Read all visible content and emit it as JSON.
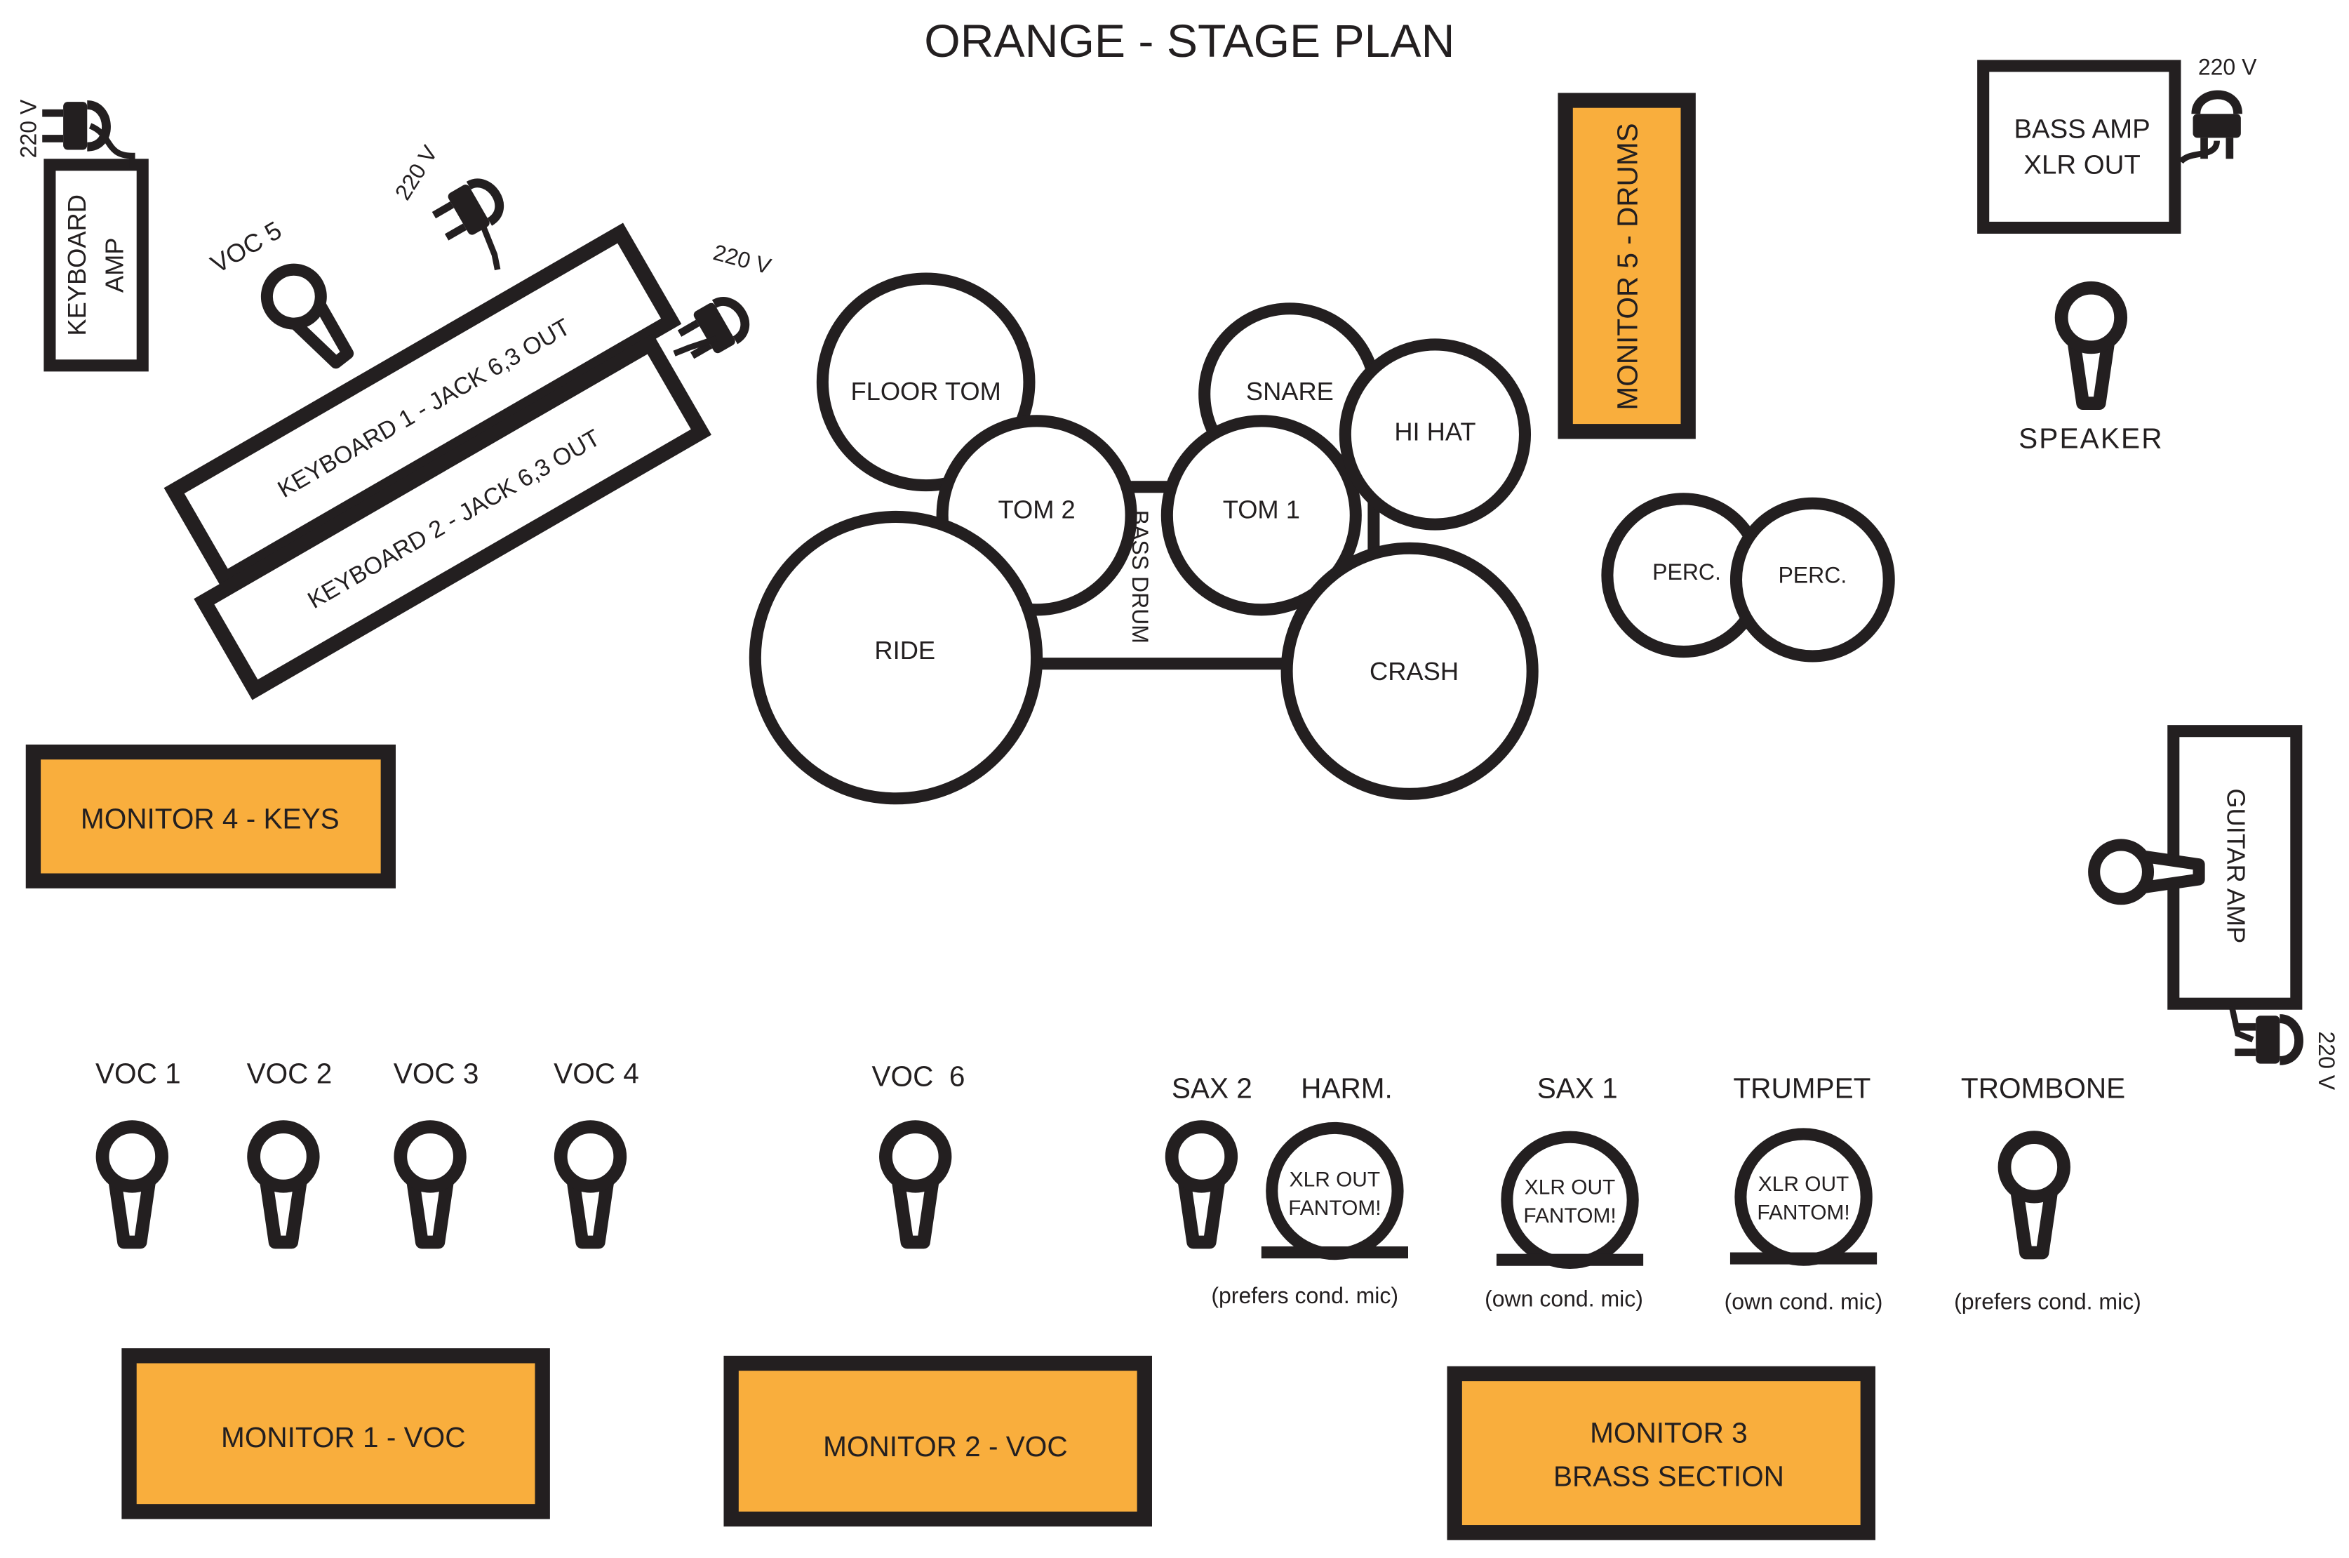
{
  "title": "ORANGE - STAGE PLAN",
  "colors": {
    "monitor_fill": "#f9ae3d",
    "ink": "#231f20",
    "background": "#ffffff"
  },
  "power": {
    "voltage": "220 V"
  },
  "keyboard_amp": {
    "line1": "KEYBOARD",
    "line2": "AMP"
  },
  "keyboard1": {
    "label": "KEYBOARD 1 - JACK 6,3 OUT"
  },
  "keyboard2": {
    "label": "KEYBOARD 2 - JACK 6,3 OUT"
  },
  "voc5": {
    "label": "VOC 5"
  },
  "drums": {
    "floor_tom": "FLOOR TOM",
    "tom2": "TOM 2",
    "tom1": "TOM 1",
    "snare": "SNARE",
    "hihat": "HI HAT",
    "ride": "RIDE",
    "crash": "CRASH",
    "bass_drum": "BASS DRUM"
  },
  "percussion": {
    "perc1": "PERC.",
    "perc2": "PERC."
  },
  "bass_amp": {
    "line1": "BASS AMP",
    "line2": "XLR OUT"
  },
  "speaker": {
    "label": "SPEAKER"
  },
  "guitar_amp": {
    "label": "GUITAR AMP"
  },
  "monitors": {
    "m1": "MONITOR 1 - VOC",
    "m2": "MONITOR 2 - VOC",
    "m3_line1": "MONITOR 3",
    "m3_line2": "BRASS SECTION",
    "m4": "MONITOR 4 - KEYS",
    "m5": "MONITOR 5 - DRUMS"
  },
  "vocals": [
    "VOC 1",
    "VOC 2",
    "VOC 3",
    "VOC 4"
  ],
  "voc6": "VOC  6",
  "brass": {
    "sax2": "SAX 2",
    "harm": "HARM.",
    "sax1": "SAX 1",
    "trumpet": "TRUMPET",
    "trombone": "TROMBONE",
    "xlr_line1": "XLR OUT",
    "xlr_line2": "FANTOM!",
    "prefers_cond": "(prefers cond. mic)",
    "own_cond": "(own cond. mic)"
  }
}
